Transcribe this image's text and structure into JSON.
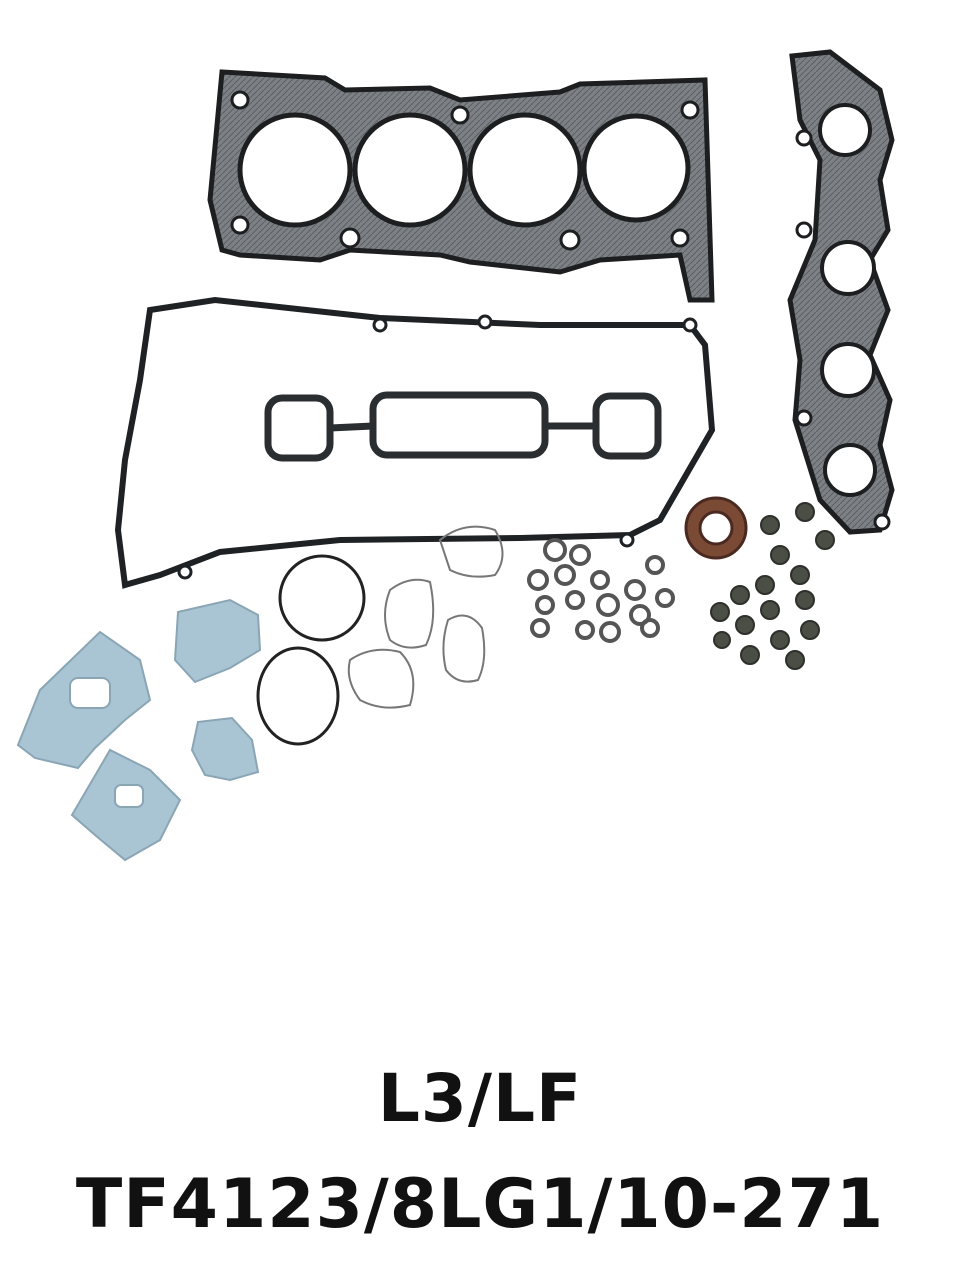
{
  "caption": {
    "line1": "L3/LF",
    "line2": "TF4123/8LG1/10-271"
  },
  "colors": {
    "background": "#ffffff",
    "gasket_metal": "#2c2e30",
    "gasket_face": "#8a8d90",
    "paper_gasket": "#a9c4d3",
    "rubber": "#1e2225",
    "seal_brown": "#6b4030",
    "valve_seal": "#4a4e45"
  },
  "photo": {
    "subject": "engine head gasket set",
    "parts": [
      "cylinder-head-gasket",
      "intake-manifold-gasket",
      "valve-cover-gasket",
      "spark-plug-tube-seals",
      "paper-gaskets",
      "o-rings",
      "front-crank-seal",
      "valve-stem-seals",
      "washers"
    ]
  }
}
